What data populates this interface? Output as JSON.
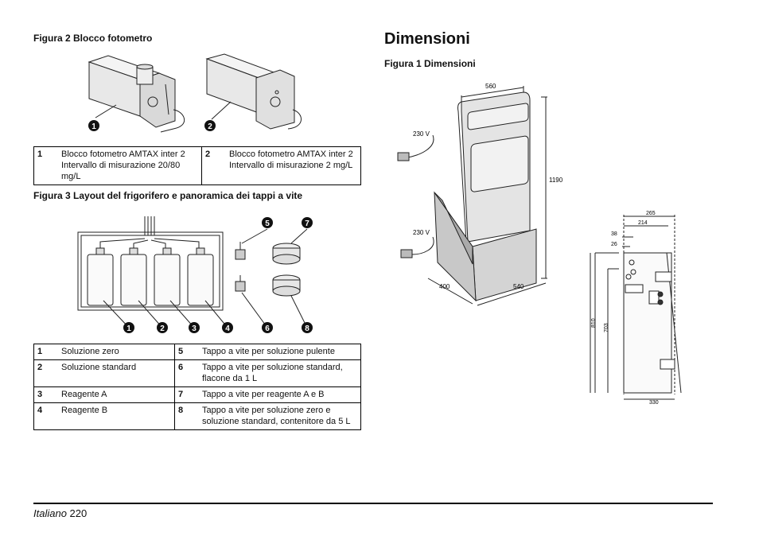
{
  "left": {
    "fig2_caption": "Figura 2 Blocco fotometro",
    "fig2_legend": [
      {
        "num": "1",
        "text": "Blocco fotometro AMTAX inter 2 Intervallo di misurazione 20/80 mg/L"
      },
      {
        "num": "2",
        "text": "Blocco fotometro AMTAX inter 2 Intervallo di misurazione 2 mg/L"
      }
    ],
    "fig2_callouts": [
      "1",
      "2"
    ],
    "fig3_caption": "Figura 3 Layout del frigorifero e panoramica dei tappi a vite",
    "fig3_callouts": [
      "1",
      "2",
      "3",
      "4",
      "5",
      "6",
      "7",
      "8"
    ],
    "fig3_legend": [
      {
        "n1": "1",
        "t1": "Soluzione zero",
        "n2": "5",
        "t2": "Tappo a vite per soluzione pulente"
      },
      {
        "n1": "2",
        "t1": "Soluzione standard",
        "n2": "6",
        "t2": "Tappo a vite per soluzione standard, flacone da 1 L"
      },
      {
        "n1": "3",
        "t1": "Reagente A",
        "n2": "7",
        "t2": "Tappo a vite per reagente A e B"
      },
      {
        "n1": "4",
        "t1": "Reagente B",
        "n2": "8",
        "t2": "Tappo a vite per soluzione zero e soluzione standard, contenitore da 5 L"
      }
    ]
  },
  "right": {
    "heading": "Dimensioni",
    "fig1_caption": "Figura 1 Dimensioni",
    "dims": {
      "width": "560",
      "height": "1190",
      "power_top": "230 V",
      "power_bottom": "230 V",
      "base_depth": "400",
      "base_width": "540",
      "side_265": "265",
      "side_214": "214",
      "side_38": "38",
      "side_26": "26",
      "side_810": "810",
      "side_703": "703",
      "side_330": "330"
    }
  },
  "footer": {
    "language": "Italiano",
    "page": "220"
  }
}
